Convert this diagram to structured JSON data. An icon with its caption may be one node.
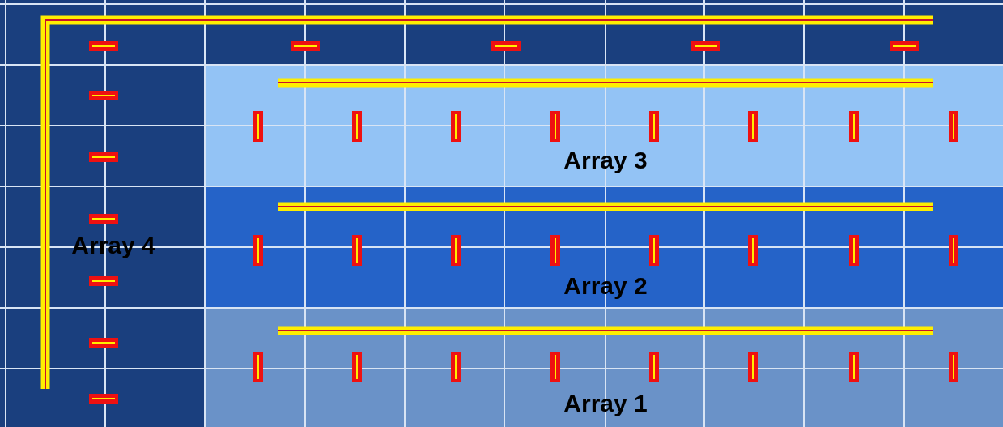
{
  "diagram": {
    "nodes": [
      {
        "text": [
          "Array 4"
        ]
      },
      {
        "text": [
          "Array 3"
        ]
      },
      {
        "text": [
          "Array 2"
        ]
      },
      {
        "text": [
          "Array 1"
        ]
      }
    ]
  }
}
